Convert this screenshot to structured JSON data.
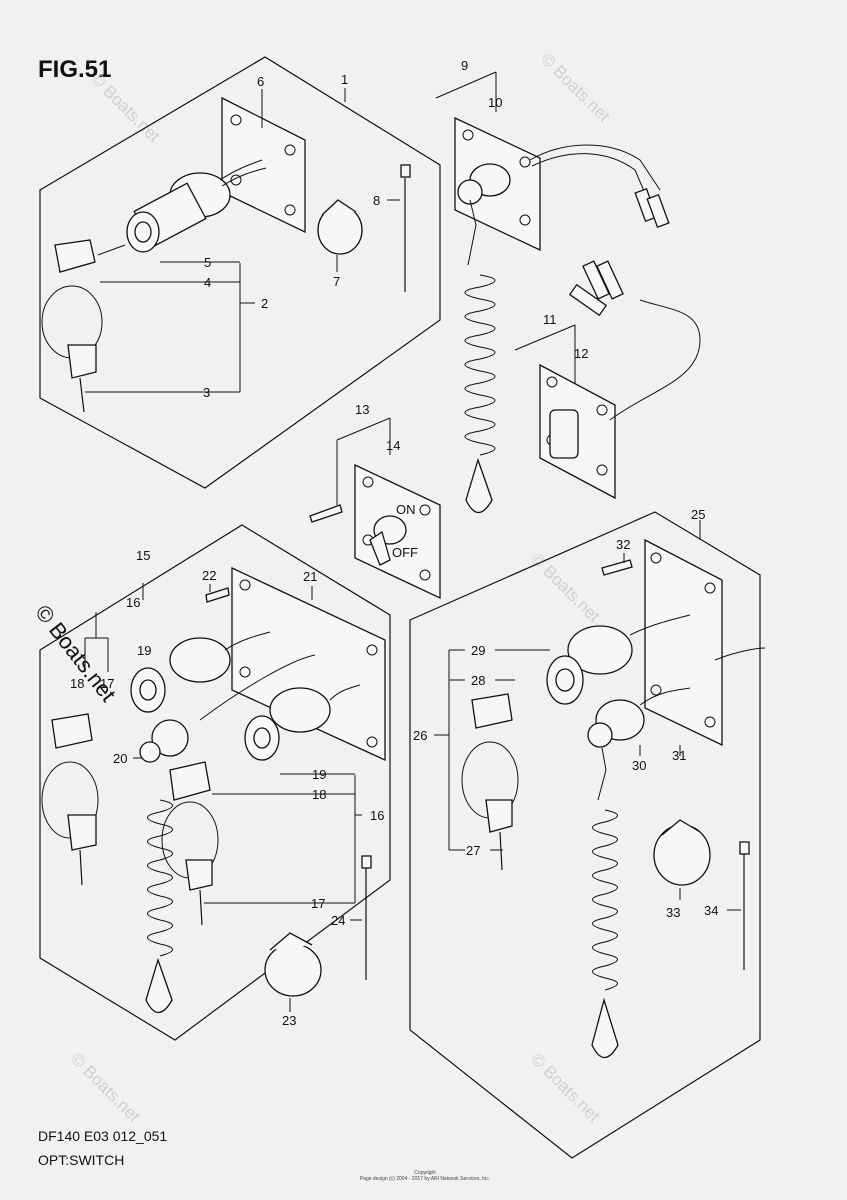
{
  "figure": {
    "title": "FIG.51",
    "model_code": "DF140 E03 012_051",
    "name": "OPT:SWITCH"
  },
  "watermark": "© Boats.net",
  "copyright": {
    "line1": "Copyright",
    "line2": "Page design (c) 2004 - 2017 by ARI Network Services, Inc."
  },
  "callouts": {
    "c1": "1",
    "c2": "2",
    "c3": "3",
    "c4": "4",
    "c5": "5",
    "c6": "6",
    "c7": "7",
    "c8": "8",
    "c9": "9",
    "c10": "10",
    "c11": "11",
    "c12": "12",
    "c13": "13",
    "c14": "14",
    "c15": "15",
    "c16a": "16",
    "c16b": "16",
    "c17a": "17",
    "c17b": "17",
    "c18a": "18",
    "c18b": "18",
    "c19a": "19",
    "c19b": "19",
    "c20": "20",
    "c21": "21",
    "c22": "22",
    "c23": "23",
    "c24": "24",
    "c25": "25",
    "c26": "26",
    "c27": "27",
    "c28": "28",
    "c29": "29",
    "c30": "30",
    "c31": "31",
    "c32": "32",
    "c33": "33",
    "c34": "34"
  },
  "switch_marks": {
    "on": "ON",
    "off": "OFF"
  }
}
